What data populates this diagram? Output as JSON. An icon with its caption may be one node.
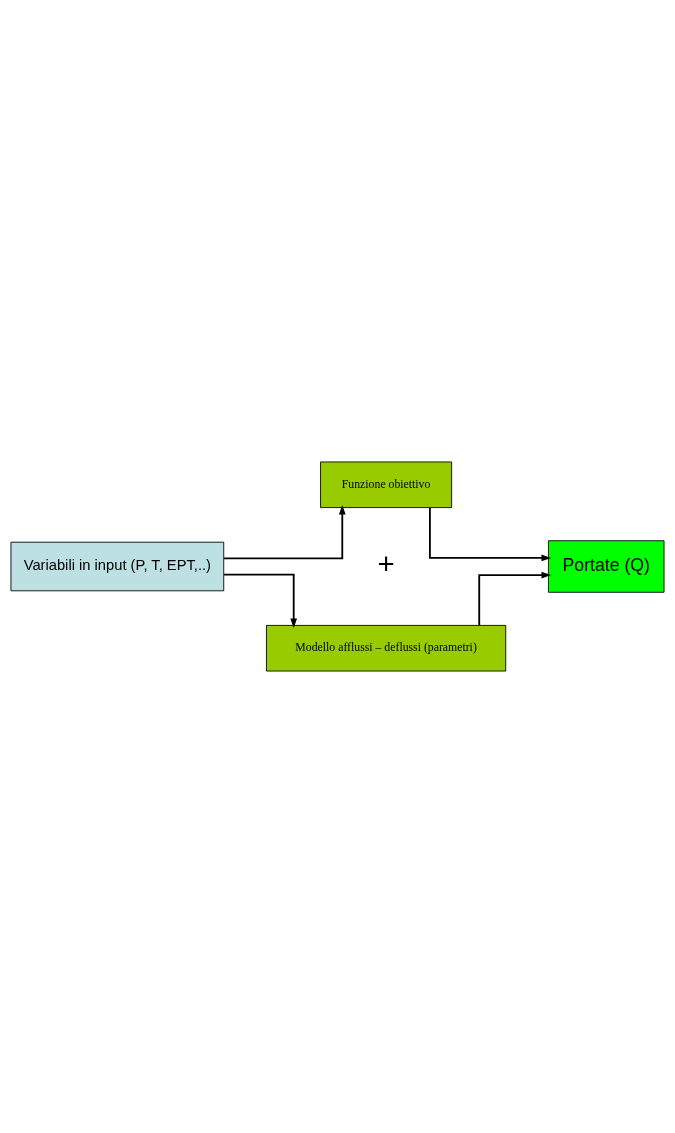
{
  "diagram": {
    "nodes": [
      {
        "text": [
          "Variabili in input (P, T, EPT,..)"
        ]
      },
      {
        "text": [
          "Funzione obiettivo"
        ]
      },
      {
        "text": [
          "Modello afflussi – deflussi (parametri)"
        ]
      },
      {
        "text": [
          "Portate (Q)"
        ]
      }
    ],
    "edges": [
      {
        "from": 0,
        "to": 1,
        "arrow": "to"
      },
      {
        "from": 0,
        "to": 2,
        "arrow": "to"
      },
      {
        "from": 1,
        "to": 3,
        "arrow": "to"
      },
      {
        "from": 2,
        "to": 3,
        "arrow": "to"
      }
    ],
    "labels": [
      "+"
    ]
  }
}
